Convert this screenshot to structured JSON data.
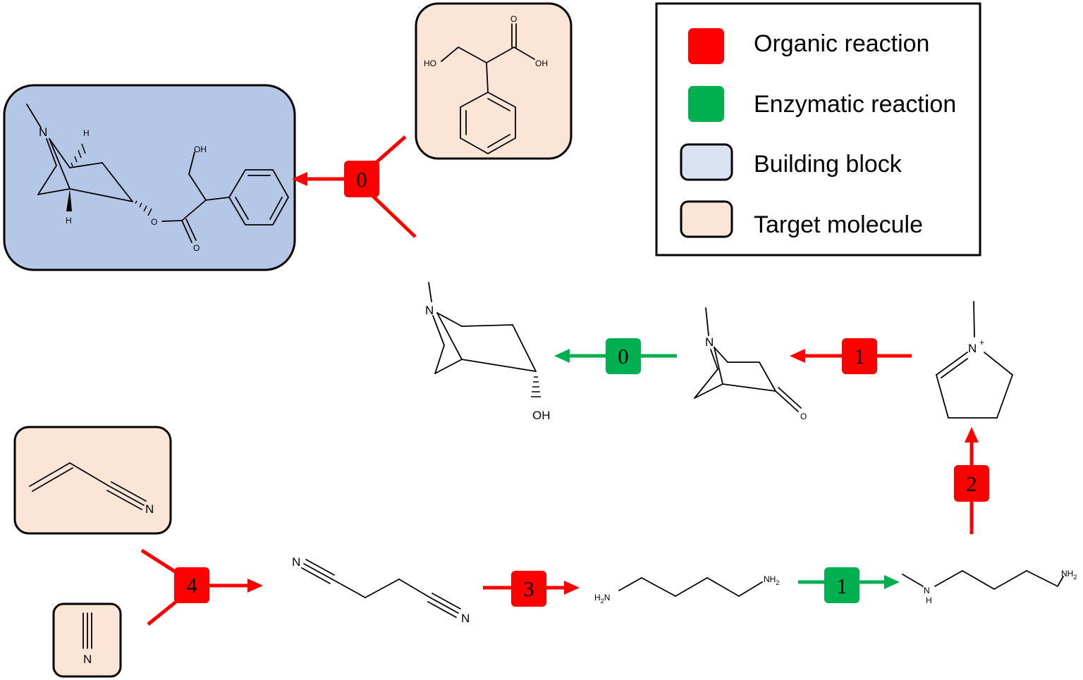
{
  "colors": {
    "organic": "#ff0000",
    "enzymatic": "#00b050",
    "building_block": "#b4c7e7",
    "building_block_legend": "#dae3f3",
    "target": "#fbe5d6"
  },
  "legend": {
    "items": [
      {
        "label": "Organic reaction",
        "swatch": "organic"
      },
      {
        "label": "Enzymatic reaction",
        "swatch": "enzymatic"
      },
      {
        "label": "Building block",
        "swatch": "building_block_legend"
      },
      {
        "label": "Target molecule",
        "swatch": "target"
      }
    ]
  },
  "reactions": {
    "r_top": {
      "label": "0",
      "type": "organic"
    },
    "r_tropinone_to_tropine": {
      "label": "0",
      "type": "enzymatic"
    },
    "r_pyrrolinium_to_tropinone": {
      "label": "1",
      "type": "organic"
    },
    "r_methylputrescine_to_pyrrolinium": {
      "label": "2",
      "type": "organic"
    },
    "r_nitriles_to_succinonitrile": {
      "label": "4",
      "type": "organic"
    },
    "r_succinonitrile_to_putrescine": {
      "label": "3",
      "type": "organic"
    },
    "r_putrescine_to_methylputrescine": {
      "label": "1",
      "type": "enzymatic"
    }
  },
  "atoms": {
    "N": "N",
    "H": "H",
    "OH": "OH",
    "HO": "HO",
    "O": "O",
    "NH2": "NH",
    "H2N": "H",
    "sub2": "2",
    "Nplus": "N",
    "plus": "+"
  }
}
